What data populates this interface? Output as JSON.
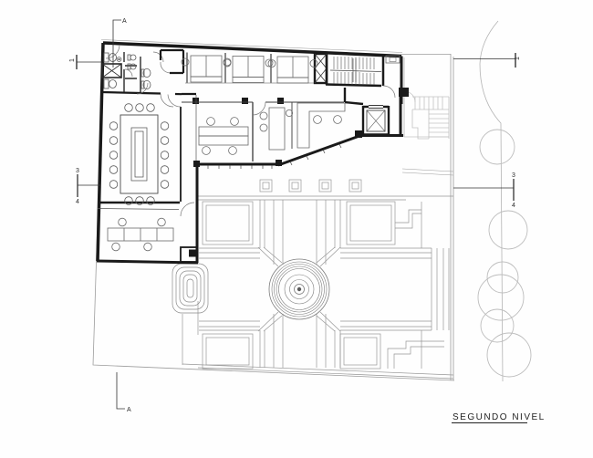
{
  "title": {
    "text": "SEGUNDO NIVEL"
  },
  "section_markers": {
    "top_a": "A",
    "bottom_a": "A",
    "left_1": "1",
    "right_1": "1",
    "left_3": "3",
    "left_4": "4",
    "right_3": "3",
    "right_4": "4"
  },
  "colors": {
    "wall_ink": "#1a1a1a",
    "partition": "#3a3a3a",
    "furniture": "#6a6a6a",
    "site_line": "#9c9c9c",
    "courtyard_line": "#979797",
    "fountain_line": "#7d7d7d",
    "tree_line": "#bdbdbd",
    "exterior_stair": "#c2c2c2",
    "paper": "#fefefe"
  }
}
